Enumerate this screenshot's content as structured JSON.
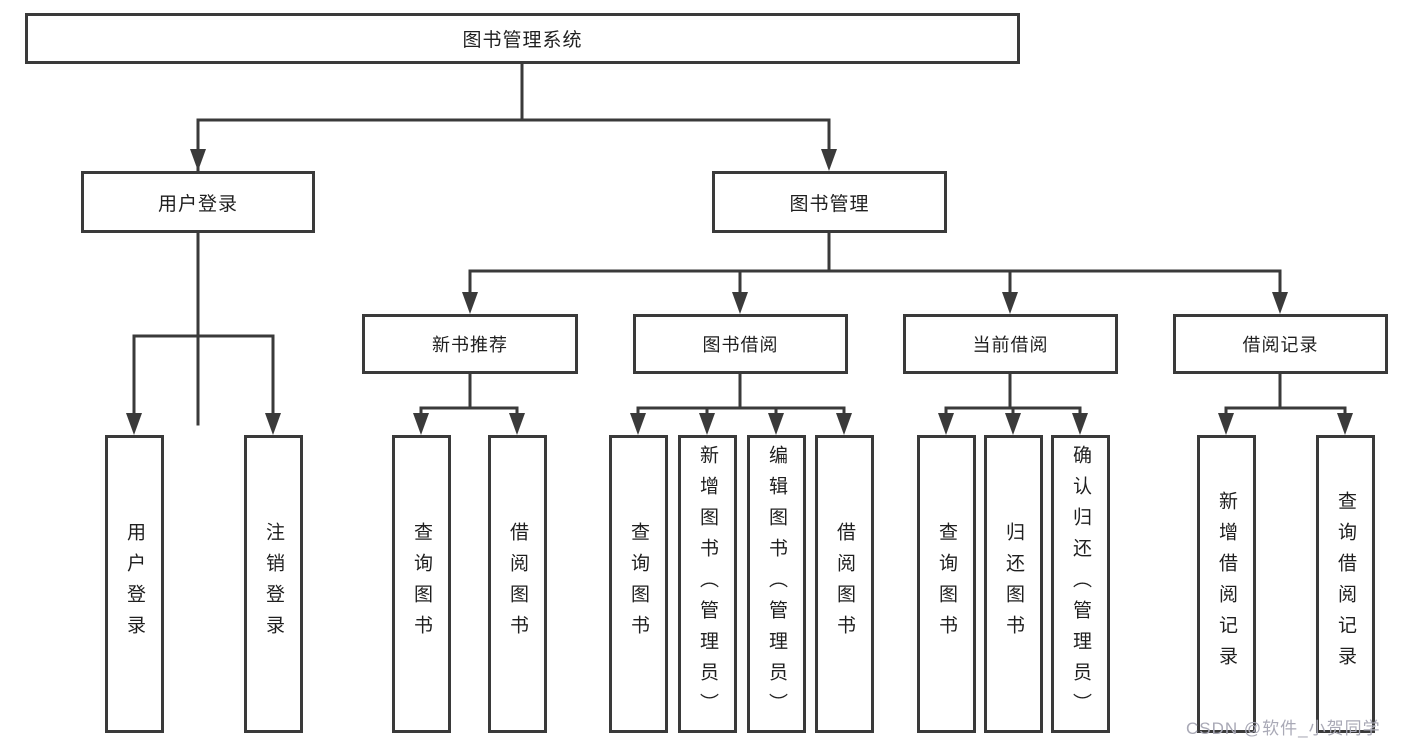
{
  "diagram": {
    "title": "图书管理系统",
    "branches": [
      {
        "label": "用户登录",
        "children": [
          "用户登录",
          "注销登录"
        ]
      },
      {
        "label": "图书管理",
        "groups": [
          {
            "label": "新书推荐",
            "children": [
              "查询图书",
              "借阅图书"
            ]
          },
          {
            "label": "图书借阅",
            "children": [
              "查询图书",
              "新增图书（管理员）",
              "编辑图书（管理员）",
              "借阅图书"
            ]
          },
          {
            "label": "当前借阅",
            "children": [
              "查询图书",
              "归还图书",
              "确认归还（管理员）"
            ]
          },
          {
            "label": "借阅记录",
            "children": [
              "新增借阅记录",
              "查询借阅记录"
            ]
          }
        ]
      }
    ]
  },
  "watermark": {
    "text": "CSDN @软件_小贺同学"
  },
  "colors": {
    "line": "#3a3a3a",
    "box_border": "#3a3a3a",
    "box_fill": "#ffffff",
    "text": "#1f1f1f",
    "watermark": "#a9a9b6",
    "background": "#ffffff"
  }
}
